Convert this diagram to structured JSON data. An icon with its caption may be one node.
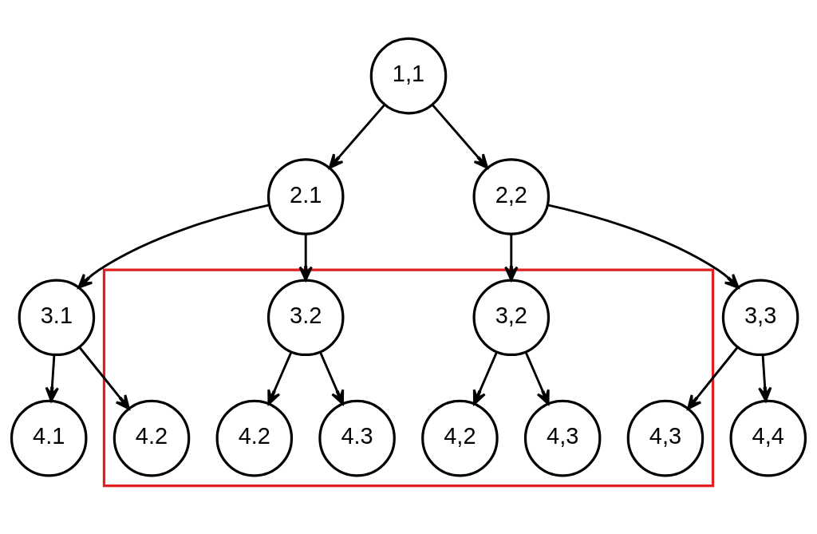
{
  "diagram": {
    "nodes": [
      {
        "text": [
          "1,1"
        ]
      },
      {
        "text": [
          "2.1"
        ]
      },
      {
        "text": [
          "2,2"
        ]
      },
      {
        "text": [
          "3.1"
        ]
      },
      {
        "text": [],
        "shape": "box"
      },
      {
        "text": [
          "3.2"
        ],
        "in": 4
      },
      {
        "text": [
          "3,2"
        ],
        "in": 4
      },
      {
        "text": [
          "3,3"
        ]
      },
      {
        "text": [
          "4.1"
        ]
      },
      {
        "text": [
          "4.2"
        ],
        "in": 4
      },
      {
        "text": [
          "4.2"
        ],
        "in": 4
      },
      {
        "text": [
          "4.3"
        ],
        "in": 4
      },
      {
        "text": [
          "4,2"
        ],
        "in": 4
      },
      {
        "text": [
          "4,3"
        ],
        "in": 4
      },
      {
        "text": [
          "4,3"
        ],
        "in": 4
      },
      {
        "text": [
          "4,4"
        ]
      }
    ],
    "edges": [
      {
        "from": 0,
        "to": 1,
        "arrow": "to"
      },
      {
        "from": 0,
        "to": 2,
        "arrow": "to"
      },
      {
        "from": 1,
        "to": 3,
        "arrow": "to"
      },
      {
        "from": 1,
        "to": 5,
        "arrow": "to"
      },
      {
        "from": 2,
        "to": 6,
        "arrow": "to"
      },
      {
        "from": 2,
        "to": 7,
        "arrow": "to"
      },
      {
        "from": 3,
        "to": 8,
        "arrow": "to"
      },
      {
        "from": 3,
        "to": 9,
        "arrow": "to"
      },
      {
        "from": 5,
        "to": 10,
        "arrow": "to"
      },
      {
        "from": 5,
        "to": 11,
        "arrow": "to"
      },
      {
        "from": 6,
        "to": 12,
        "arrow": "to"
      },
      {
        "from": 6,
        "to": 13,
        "arrow": "to"
      },
      {
        "from": 7,
        "to": 14,
        "arrow": "to"
      },
      {
        "from": 7,
        "to": 15,
        "arrow": "to"
      }
    ]
  }
}
